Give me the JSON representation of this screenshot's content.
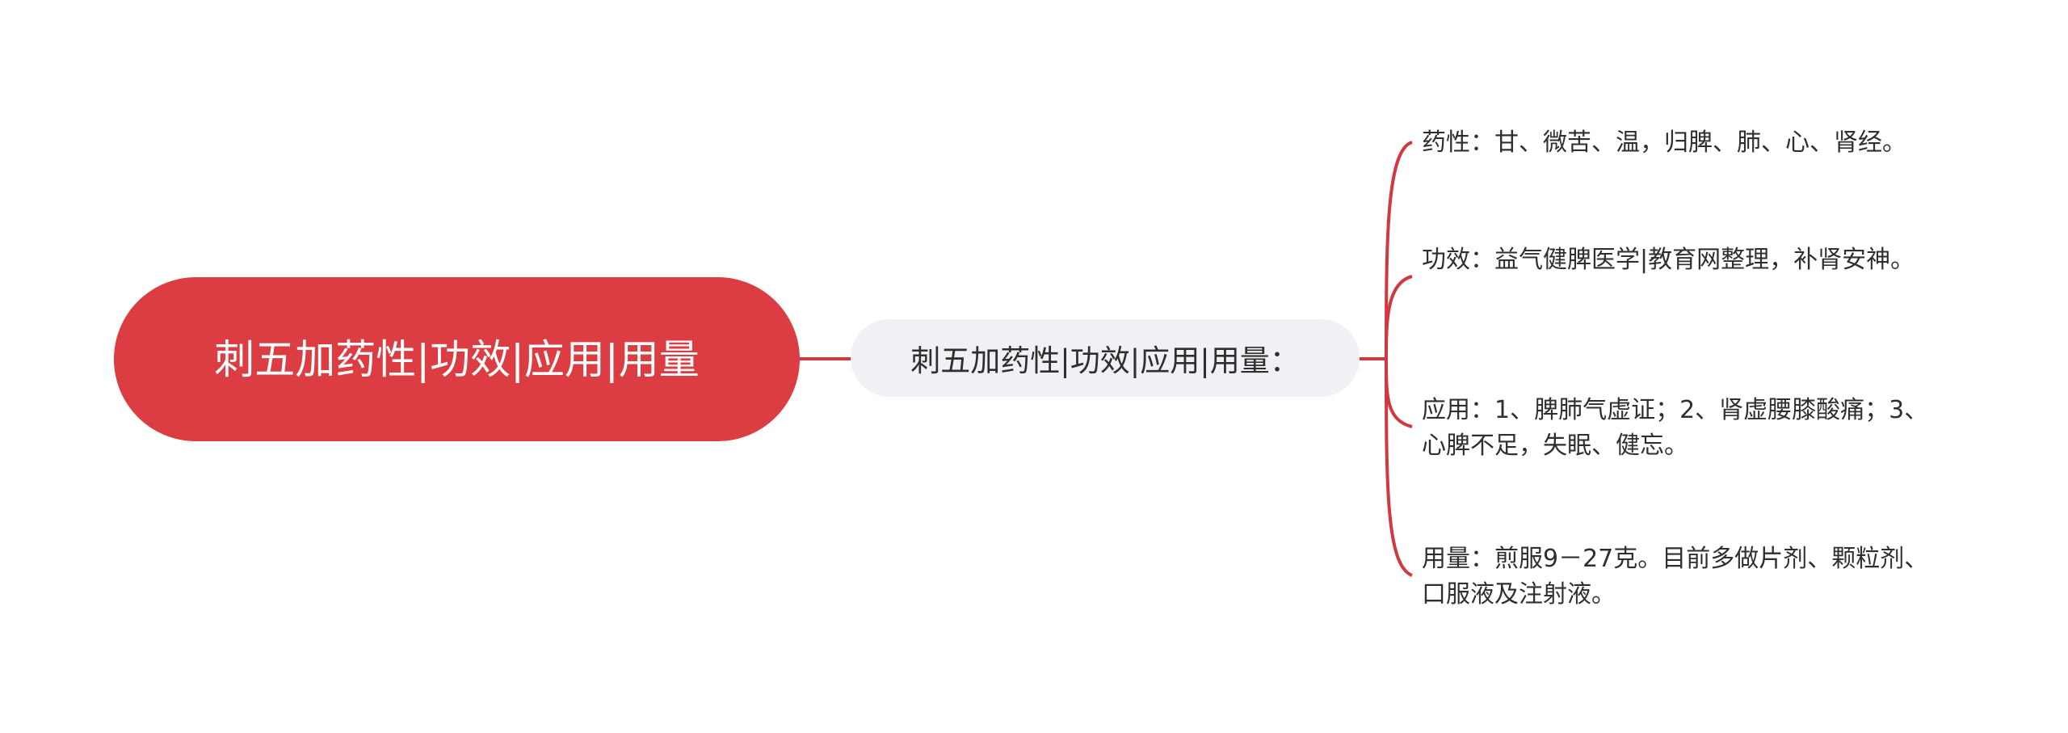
{
  "root": {
    "label": "刺五加药性|功效|应用|用量"
  },
  "topic": {
    "label": "刺五加药性|功效|应用|用量："
  },
  "branches": [
    {
      "text": "药性：甘、微苦、温，归脾、肺、心、肾经。"
    },
    {
      "text": "功效：益气健脾医学|教育网整理，补肾安神。"
    },
    {
      "text": "应用：1、脾肺气虚证；2、肾虚腰膝酸痛；3、心脾不足，失眠、健忘。"
    },
    {
      "text": "用量：煎服9－27克。目前多做片剂、颗粒剂、口服液及注射液。"
    }
  ],
  "colors": {
    "root_fill": "#db3d43",
    "connector": "#d0393f",
    "topic_fill": "#eff1f4",
    "text": "#2f2f2f"
  }
}
